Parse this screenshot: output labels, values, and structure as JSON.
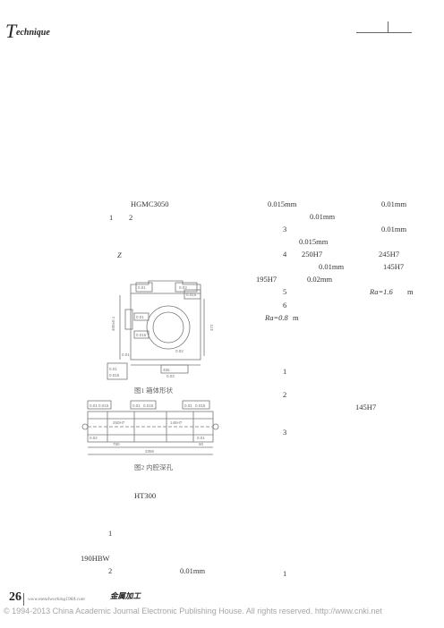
{
  "header": {
    "initial": "T",
    "word": "echnique"
  },
  "left_column": {
    "l1": "HGMC3050",
    "l2a": "1",
    "l2b": "2",
    "l3": "Z",
    "l4": "HT300",
    "l5": "1",
    "l6": "190HBW",
    "l7a": "2",
    "l7b": "0.01mm"
  },
  "figures": {
    "fig1": {
      "caption": "图1  箱体形状",
      "labels": [
        "0.01",
        "0.015",
        "0.03",
        "0.01",
        "0.015",
        "400±0.1",
        "455",
        "472",
        "0.03",
        "0.01",
        "0.015",
        "0.02",
        "0.01"
      ]
    },
    "fig2": {
      "caption": "图2  内腔深孔",
      "labels": [
        "0.01",
        "0.015",
        "0.01",
        "0.015",
        "0.01",
        "0.015",
        "0.02",
        "0.01",
        "750",
        "3356",
        "60",
        "250H7",
        "145H7"
      ]
    }
  },
  "right_column": {
    "r1a": "0.015mm",
    "r1b": "0.01mm",
    "r2": "0.01mm",
    "r3a": "3",
    "r3b": "0.01mm",
    "r4": "0.015mm",
    "r5a": "4",
    "r5b": "250H7",
    "r5c": "245H7",
    "r6a": "0.01mm",
    "r6b": "145H7",
    "r7a": "195H7",
    "r7b": "0.02mm",
    "r8a": "5",
    "r8b": "Ra=1.6",
    "r8c": "m",
    "r9": "6",
    "r10a": "Ra=0.8",
    "r10b": "m",
    "r11": "1",
    "r12": "2",
    "r13": "145H7",
    "r14": "3",
    "r15": "1"
  },
  "footer": {
    "page_number": "26",
    "url": "www.metalworking1984.com",
    "brand": "金属加工",
    "copyright": "© 1994-2013 China Academic Journal Electronic Publishing House. All rights reserved.    http://www.cnki.net"
  }
}
